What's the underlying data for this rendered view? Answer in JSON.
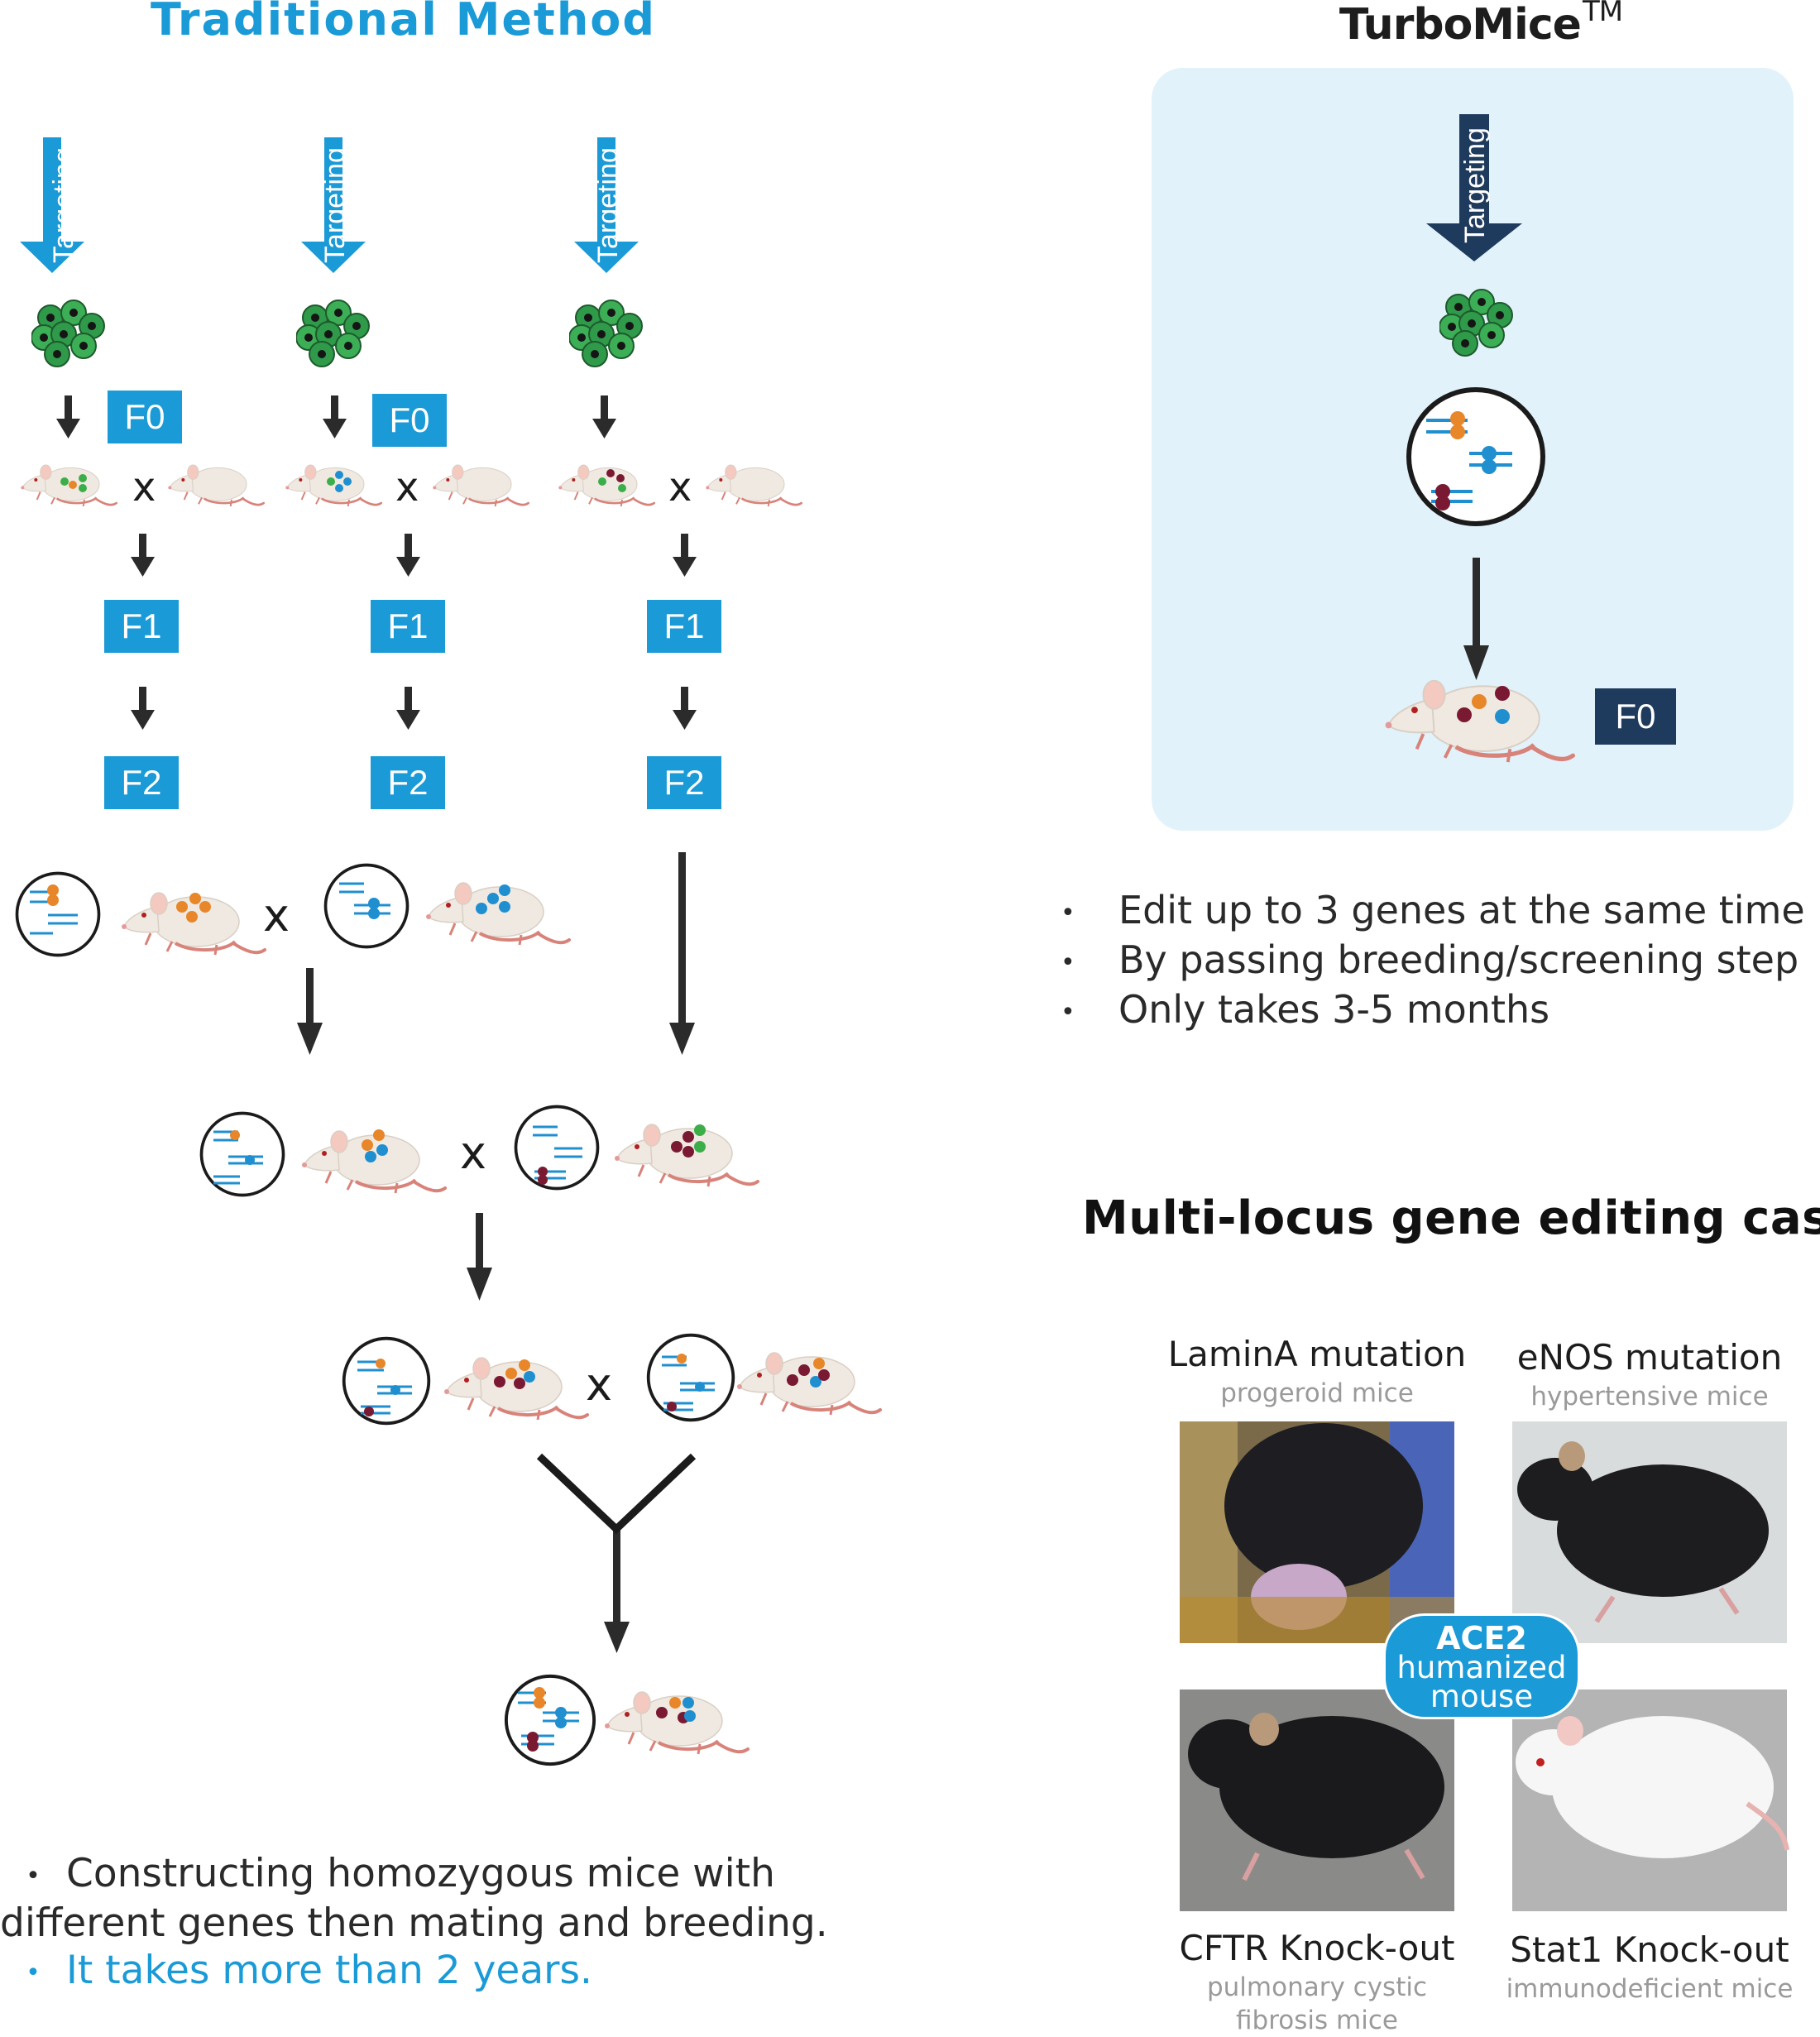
{
  "traditional": {
    "title": "Traditional Method",
    "arrow_label": "Targeting",
    "gen_f0": "F0",
    "gen_f1": "F1",
    "gen_f2": "F2",
    "cross": "x",
    "bullet1": "Constructing homozygous mice with different genes then mating and breeding.",
    "bullet2": "It takes more than 2 years.",
    "bullet_mark": "•"
  },
  "turbomice": {
    "title": "TurboMice",
    "title_tm": "TM",
    "arrow_label": "Targeting",
    "gen_f0": "F0",
    "bullets": [
      "Edit up to 3 genes at the same time",
      "By passing breeding/screening step",
      "Only takes 3-5 months"
    ],
    "bullet_mark": "•"
  },
  "case": {
    "title": "Multi-locus gene editing case:",
    "center_badge": [
      "ACE2",
      "humanized",
      "mouse"
    ],
    "mice": [
      {
        "name": "LaminA mutation",
        "desc": "progeroid mice"
      },
      {
        "name": "eNOS mutation",
        "desc": "hypertensive mice"
      },
      {
        "name": "CFTR Knock-out",
        "desc": "pulmonary cystic fibrosis mice"
      },
      {
        "name": "Stat1 Knock-out",
        "desc": "immunodeficient mice"
      }
    ]
  },
  "colors": {
    "blue": "#1a9ad6",
    "navy": "#1e3a5c",
    "orange": "#e8862a",
    "cyan_dot": "#1f8fd0",
    "maroon": "#7a1a32",
    "green": "#3cae49",
    "panel_bg": "#e2f2fa"
  }
}
